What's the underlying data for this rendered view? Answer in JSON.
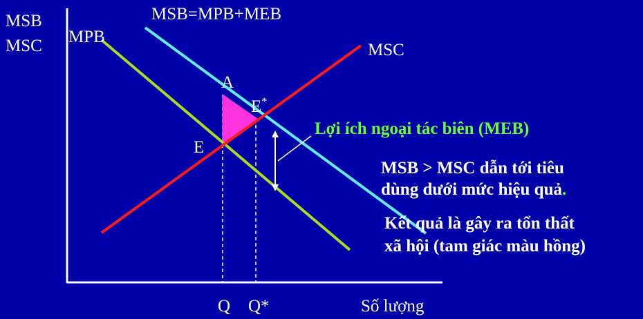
{
  "axis": {
    "y_label_line1": "MSB",
    "y_label_line2": "MSC",
    "x_label": "Số lượng",
    "tick_q": "Q",
    "tick_q_star": "Q*"
  },
  "curves": {
    "msb_label": "MSB=MPB+MEB",
    "mpb_label": "MPB",
    "msc_label": "MSC"
  },
  "points": {
    "a": "A",
    "e": "E",
    "e_star_base": "E",
    "e_star_sup": "*"
  },
  "annotation": {
    "meb_label": "Lợi ích ngoại tác biên (MEB)",
    "note_line1": "MSB > MSC dẫn tới tiêu",
    "note_line2_main": "dùng dưới mức hiệu quả",
    "note_line2_dot": ".",
    "note_line3": "Kết quả là gây ra tổn thất",
    "note_line4": "xã hội (tam giác màu hồng)"
  },
  "colors": {
    "background": "#0000a8",
    "msb": "#5ff0ff",
    "mpb": "#aadd22",
    "msc": "#ff1a1a",
    "triangle": "#ff33dd",
    "meb_text": "#66ff33",
    "axis": "#ffffff",
    "dashed": "#ffffff"
  }
}
